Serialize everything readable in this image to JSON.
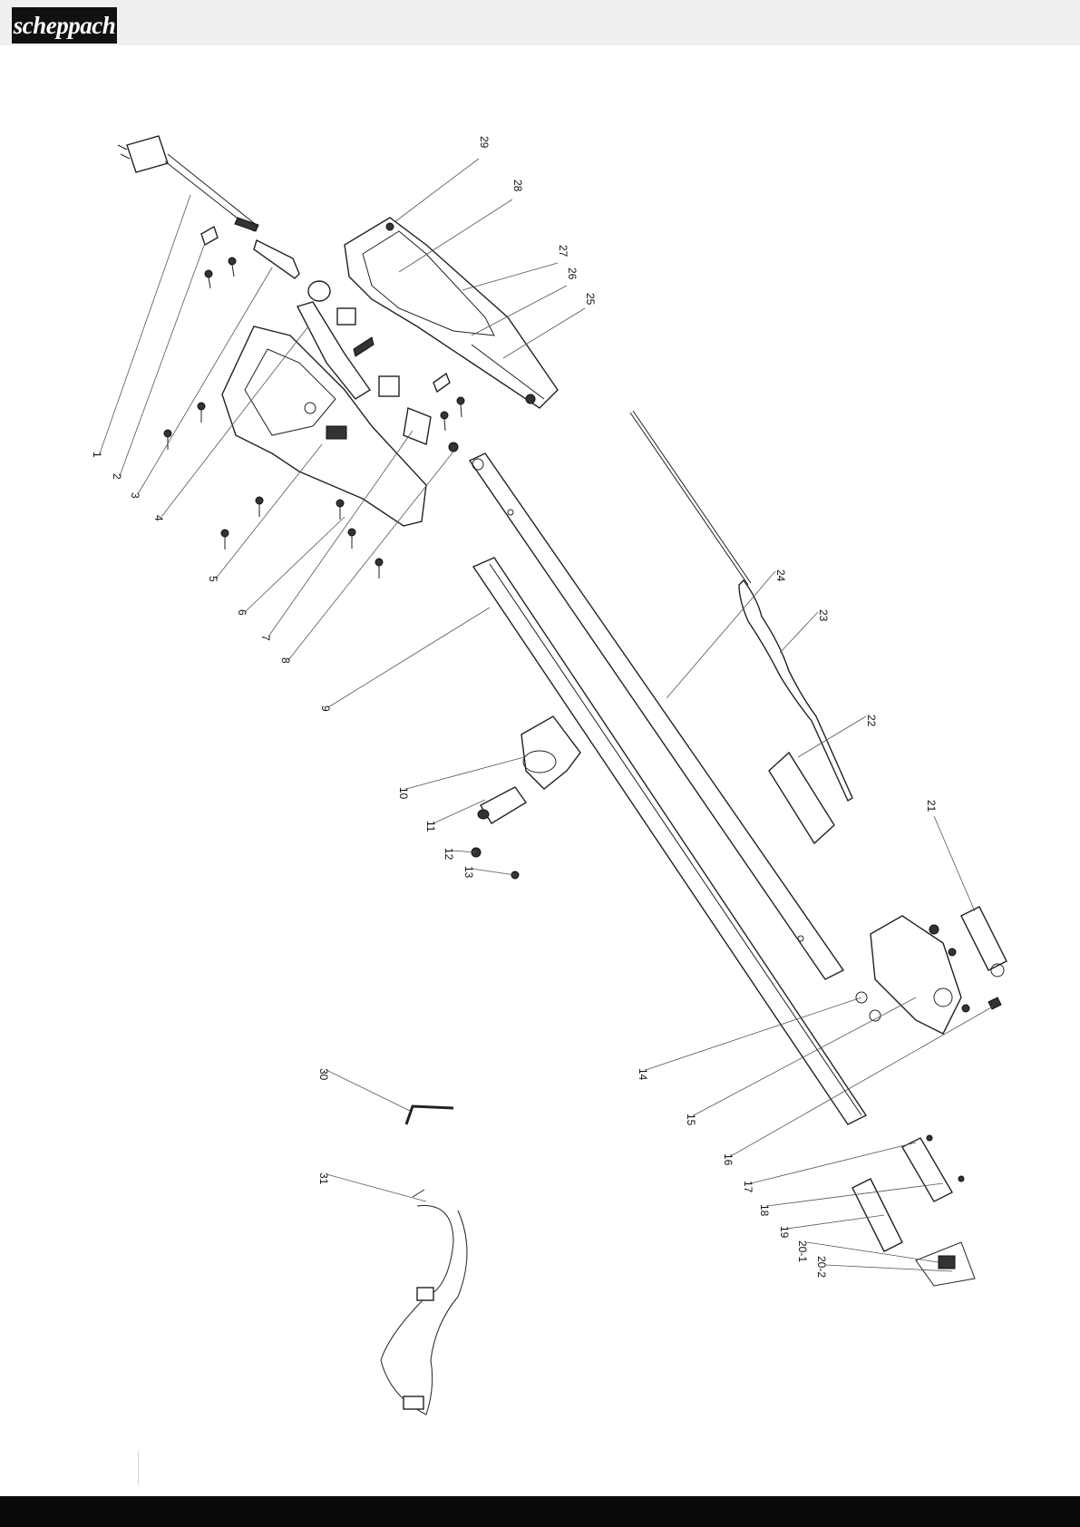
{
  "brand": {
    "logo_text": "scheppach"
  },
  "callouts": [
    {
      "id": "c1",
      "label": "1"
    },
    {
      "id": "c2",
      "label": "2"
    },
    {
      "id": "c3",
      "label": "3"
    },
    {
      "id": "c4",
      "label": "4"
    },
    {
      "id": "c5",
      "label": "5"
    },
    {
      "id": "c6",
      "label": "6"
    },
    {
      "id": "c7",
      "label": "7"
    },
    {
      "id": "c8",
      "label": "8"
    },
    {
      "id": "c9",
      "label": "9"
    },
    {
      "id": "c10",
      "label": "10"
    },
    {
      "id": "c11",
      "label": "11"
    },
    {
      "id": "c12",
      "label": "12"
    },
    {
      "id": "c13",
      "label": "13"
    },
    {
      "id": "c14",
      "label": "14"
    },
    {
      "id": "c15",
      "label": "15"
    },
    {
      "id": "c16",
      "label": "16"
    },
    {
      "id": "c17",
      "label": "17"
    },
    {
      "id": "c18",
      "label": "18"
    },
    {
      "id": "c19",
      "label": "19"
    },
    {
      "id": "c20_1",
      "label": "20-1"
    },
    {
      "id": "c20_2",
      "label": "20-2"
    },
    {
      "id": "c21",
      "label": "21"
    },
    {
      "id": "c22",
      "label": "22"
    },
    {
      "id": "c23",
      "label": "23"
    },
    {
      "id": "c24",
      "label": "24"
    },
    {
      "id": "c25",
      "label": "25"
    },
    {
      "id": "c26",
      "label": "26"
    },
    {
      "id": "c27",
      "label": "27"
    },
    {
      "id": "c28",
      "label": "28"
    },
    {
      "id": "c29",
      "label": "29"
    },
    {
      "id": "c30",
      "label": "30"
    },
    {
      "id": "c31",
      "label": "31"
    }
  ]
}
